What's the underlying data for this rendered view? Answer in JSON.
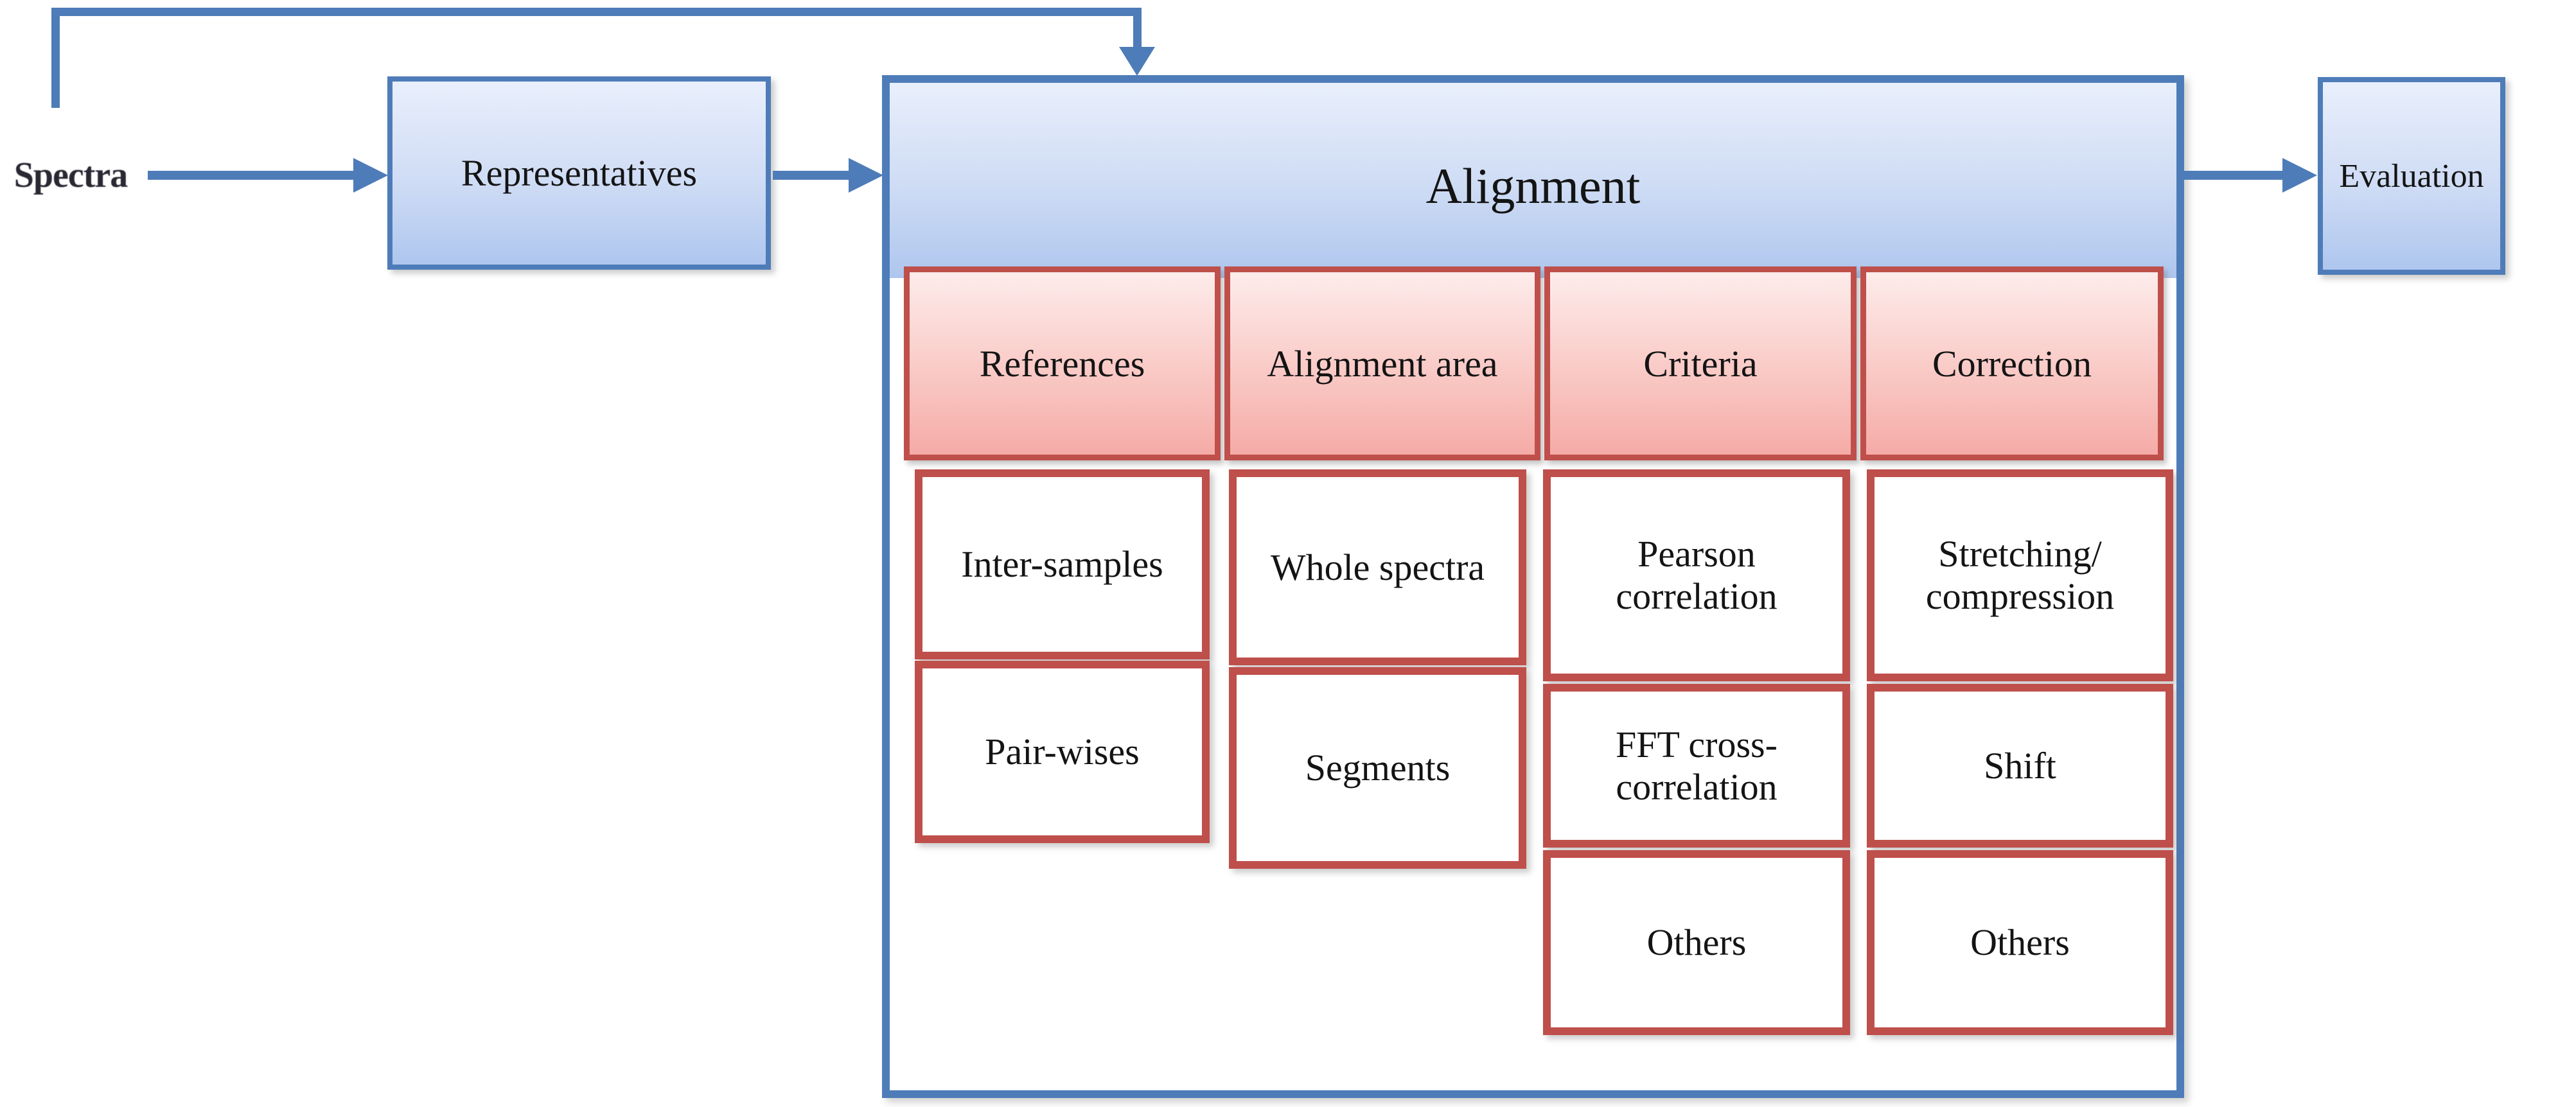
{
  "flow": {
    "spectra": "Spectra",
    "representatives": "Representatives",
    "alignment": "Alignment",
    "evaluation": "Evaluation"
  },
  "columns": [
    {
      "header": "References",
      "items": [
        "Inter-samples",
        "Pair-wises"
      ]
    },
    {
      "header": "Alignment area",
      "items": [
        "Whole spectra",
        "Segments"
      ]
    },
    {
      "header": "Criteria",
      "items": [
        "Pearson\ncorrelation",
        "FFT cross-\ncorrelation",
        "Others"
      ]
    },
    {
      "header": "Correction",
      "items": [
        "Stretching/\ncompression",
        "Shift",
        "Others"
      ]
    }
  ],
  "colors": {
    "flow_blue": "#4e7cb8",
    "blue_fill_top": "#e9effc",
    "blue_fill_bottom": "#aec6ee",
    "red_border": "#bf4f4b",
    "pink_fill_top": "#fdeceb",
    "pink_fill_bottom": "#f5aba7",
    "text": "#141414"
  }
}
